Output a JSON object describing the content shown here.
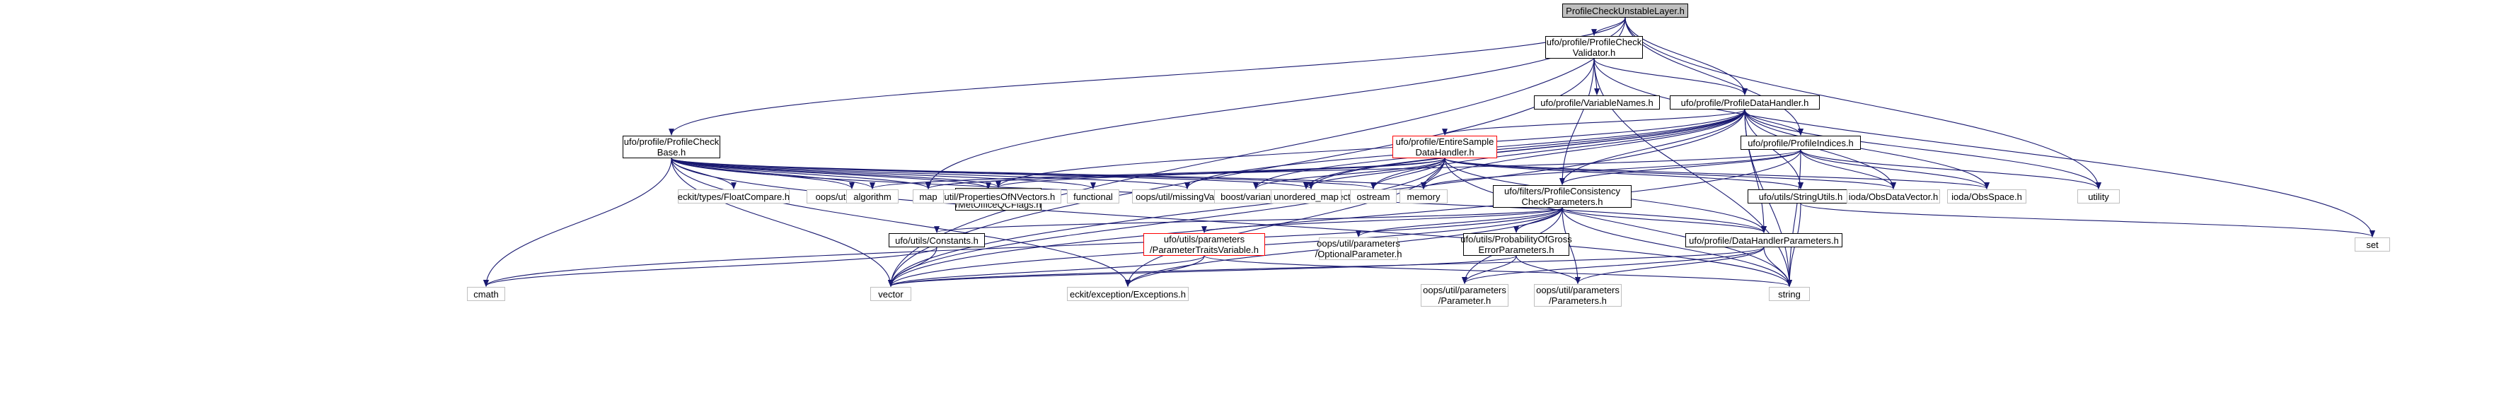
{
  "diagram": {
    "title": "",
    "nodes": [
      {
        "id": "root",
        "lines": [
          "ProfileCheckUnstableLayer.h"
        ],
        "kind": "root"
      },
      {
        "id": "pcv",
        "lines": [
          "ufo/profile/ProfileCheck",
          "Validator.h"
        ],
        "kind": "doc"
      },
      {
        "id": "vn",
        "lines": [
          "ufo/profile/VariableNames.h"
        ],
        "kind": "doc"
      },
      {
        "id": "pdh",
        "lines": [
          "ufo/profile/ProfileDataHandler.h"
        ],
        "kind": "doc"
      },
      {
        "id": "pcb",
        "lines": [
          "ufo/profile/ProfileCheck",
          "Base.h"
        ],
        "kind": "doc"
      },
      {
        "id": "esdh",
        "lines": [
          "ufo/profile/EntireSample",
          "DataHandler.h"
        ],
        "kind": "trunc"
      },
      {
        "id": "pi",
        "lines": [
          "ufo/profile/ProfileIndices.h"
        ],
        "kind": "doc"
      },
      {
        "id": "pccp",
        "lines": [
          "ufo/filters/ProfileConsistency",
          "CheckParameters.h"
        ],
        "kind": "doc"
      },
      {
        "id": "su",
        "lines": [
          "ufo/utils/StringUtils.h"
        ],
        "kind": "doc"
      },
      {
        "id": "moqcf",
        "lines": [
          "ufo/utils/metoffice",
          "/MetOfficeQCFlags.h"
        ],
        "kind": "doc"
      },
      {
        "id": "const",
        "lines": [
          "ufo/utils/Constants.h"
        ],
        "kind": "doc"
      },
      {
        "id": "ptv",
        "lines": [
          "ufo/utils/parameters",
          "/ParameterTraitsVariable.h"
        ],
        "kind": "trunc"
      },
      {
        "id": "pge",
        "lines": [
          "ufo/utils/ProbabilityOfGross",
          "ErrorParameters.h"
        ],
        "kind": "doc"
      },
      {
        "id": "dhp",
        "lines": [
          "ufo/profile/DataHandlerParameters.h"
        ],
        "kind": "doc"
      },
      {
        "id": "fc",
        "lines": [
          "eckit/types/FloatCompare.h"
        ],
        "kind": "ext"
      },
      {
        "id": "log",
        "lines": [
          "oops/util/Logger.h"
        ],
        "kind": "ext"
      },
      {
        "id": "pnv",
        "lines": [
          "oops/util/PropertiesOfNVectors.h"
        ],
        "kind": "ext"
      },
      {
        "id": "func",
        "lines": [
          "functional"
        ],
        "kind": "ext"
      },
      {
        "id": "mv",
        "lines": [
          "oops/util/missingValues.h"
        ],
        "kind": "ext"
      },
      {
        "id": "cnv",
        "lines": [
          "oops/util/CompareNVectors.h"
        ],
        "kind": "ext"
      },
      {
        "id": "algo",
        "lines": [
          "algorithm"
        ],
        "kind": "ext"
      },
      {
        "id": "map",
        "lines": [
          "map"
        ],
        "kind": "ext"
      },
      {
        "id": "bv",
        "lines": [
          "boost/variant.hpp"
        ],
        "kind": "ext"
      },
      {
        "id": "umap",
        "lines": [
          "unordered_map"
        ],
        "kind": "ext"
      },
      {
        "id": "ostream",
        "lines": [
          "ostream"
        ],
        "kind": "ext"
      },
      {
        "id": "memory",
        "lines": [
          "memory"
        ],
        "kind": "ext"
      },
      {
        "id": "odv",
        "lines": [
          "ioda/ObsDataVector.h"
        ],
        "kind": "ext"
      },
      {
        "id": "osp",
        "lines": [
          "ioda/ObsSpace.h"
        ],
        "kind": "ext"
      },
      {
        "id": "utility",
        "lines": [
          "utility"
        ],
        "kind": "ext"
      },
      {
        "id": "set",
        "lines": [
          "set"
        ],
        "kind": "ext"
      },
      {
        "id": "op",
        "lines": [
          "oops/util/parameters",
          "/OptionalParameter.h"
        ],
        "kind": "ext"
      },
      {
        "id": "cmath",
        "lines": [
          "cmath"
        ],
        "kind": "ext"
      },
      {
        "id": "vector",
        "lines": [
          "vector"
        ],
        "kind": "ext"
      },
      {
        "id": "exc",
        "lines": [
          "eckit/exception/Exceptions.h"
        ],
        "kind": "ext"
      },
      {
        "id": "param",
        "lines": [
          "oops/util/parameters",
          "/Parameter.h"
        ],
        "kind": "ext"
      },
      {
        "id": "params",
        "lines": [
          "oops/util/parameters",
          "/Parameters.h"
        ],
        "kind": "ext"
      },
      {
        "id": "string",
        "lines": [
          "string"
        ],
        "kind": "ext"
      }
    ],
    "edges": [
      [
        "root",
        "pcv"
      ],
      [
        "root",
        "pcb"
      ],
      [
        "root",
        "pdh"
      ],
      [
        "root",
        "pi"
      ],
      [
        "root",
        "map"
      ],
      [
        "root",
        "utility"
      ],
      [
        "root",
        "vector"
      ],
      [
        "pcv",
        "vn"
      ],
      [
        "pcv",
        "pdh"
      ],
      [
        "pcv",
        "pccp"
      ],
      [
        "pcv",
        "set"
      ],
      [
        "pcv",
        "string"
      ],
      [
        "pcv",
        "vector"
      ],
      [
        "pdh",
        "esdh"
      ],
      [
        "pdh",
        "pi"
      ],
      [
        "pdh",
        "pccp"
      ],
      [
        "pdh",
        "su"
      ],
      [
        "pdh",
        "moqcf"
      ],
      [
        "pdh",
        "dhp"
      ],
      [
        "pdh",
        "mv"
      ],
      [
        "pdh",
        "cnv"
      ],
      [
        "pdh",
        "bv"
      ],
      [
        "pdh",
        "umap"
      ],
      [
        "pdh",
        "ostream"
      ],
      [
        "pdh",
        "memory"
      ],
      [
        "pdh",
        "odv"
      ],
      [
        "pdh",
        "osp"
      ],
      [
        "pdh",
        "utility"
      ],
      [
        "pdh",
        "string"
      ],
      [
        "pdh",
        "vector"
      ],
      [
        "pcb",
        "fc"
      ],
      [
        "pcb",
        "log"
      ],
      [
        "pcb",
        "pnv"
      ],
      [
        "pcb",
        "func"
      ],
      [
        "pcb",
        "mv"
      ],
      [
        "pcb",
        "cnv"
      ],
      [
        "pcb",
        "algo"
      ],
      [
        "pcb",
        "map"
      ],
      [
        "pcb",
        "moqcf"
      ],
      [
        "pcb",
        "ostream"
      ],
      [
        "pcb",
        "memory"
      ],
      [
        "pcb",
        "dhp"
      ],
      [
        "pcb",
        "vector"
      ],
      [
        "pcb",
        "cmath"
      ],
      [
        "pcb",
        "exc"
      ],
      [
        "pcb",
        "string"
      ],
      [
        "esdh",
        "algo"
      ],
      [
        "esdh",
        "map"
      ],
      [
        "esdh",
        "moqcf"
      ],
      [
        "esdh",
        "bv"
      ],
      [
        "esdh",
        "umap"
      ],
      [
        "esdh",
        "ostream"
      ],
      [
        "esdh",
        "memory"
      ],
      [
        "esdh",
        "su"
      ],
      [
        "esdh",
        "odv"
      ],
      [
        "esdh",
        "osp"
      ],
      [
        "esdh",
        "dhp"
      ],
      [
        "esdh",
        "vector"
      ],
      [
        "esdh",
        "exc"
      ],
      [
        "esdh",
        "string"
      ],
      [
        "pi",
        "map"
      ],
      [
        "pi",
        "memory"
      ],
      [
        "pi",
        "pccp"
      ],
      [
        "pi",
        "odv"
      ],
      [
        "pi",
        "osp"
      ],
      [
        "pi",
        "utility"
      ],
      [
        "pi",
        "vector"
      ],
      [
        "pi",
        "string"
      ],
      [
        "pccp",
        "const"
      ],
      [
        "pccp",
        "ptv"
      ],
      [
        "pccp",
        "op"
      ],
      [
        "pccp",
        "pge"
      ],
      [
        "pccp",
        "dhp"
      ],
      [
        "pccp",
        "params"
      ],
      [
        "pccp",
        "string"
      ],
      [
        "pccp",
        "vector"
      ],
      [
        "pccp",
        "cmath"
      ],
      [
        "pccp",
        "exc"
      ],
      [
        "pccp",
        "param"
      ],
      [
        "su",
        "set"
      ],
      [
        "su",
        "string"
      ],
      [
        "const",
        "cmath"
      ],
      [
        "const",
        "vector"
      ],
      [
        "ptv",
        "exc"
      ],
      [
        "ptv",
        "string"
      ],
      [
        "ptv",
        "vector"
      ],
      [
        "pge",
        "param"
      ],
      [
        "pge",
        "params"
      ],
      [
        "pge",
        "vector"
      ],
      [
        "dhp",
        "param"
      ],
      [
        "dhp",
        "params"
      ],
      [
        "dhp",
        "string"
      ],
      [
        "dhp",
        "vector"
      ]
    ]
  }
}
